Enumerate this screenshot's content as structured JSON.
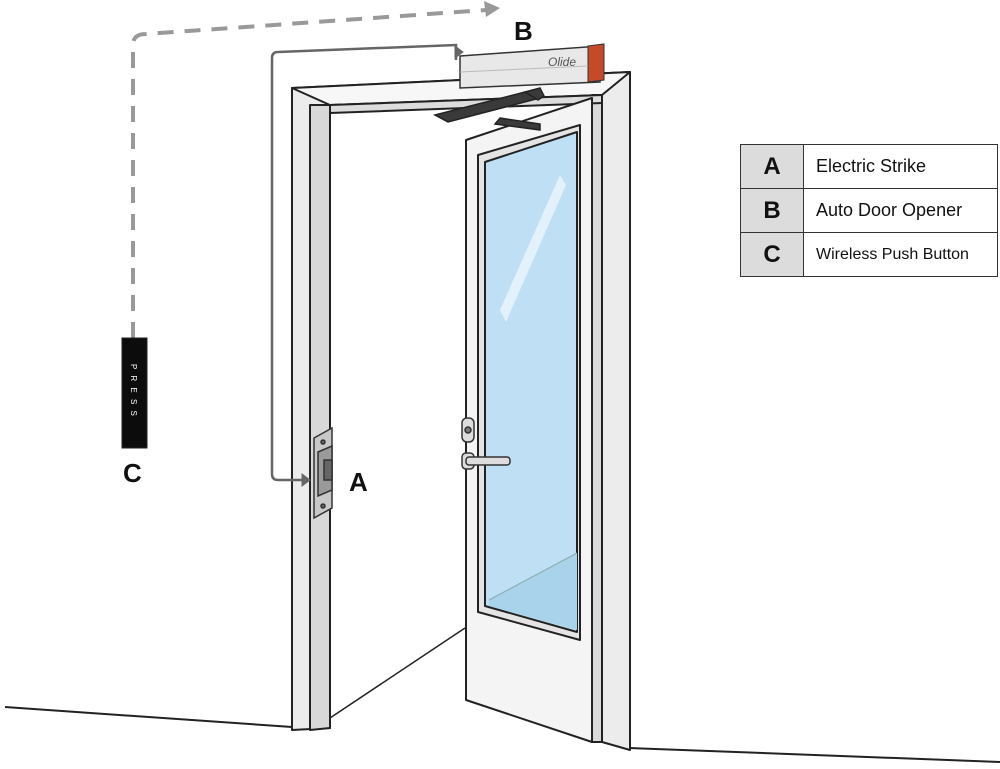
{
  "labels": {
    "a": "A",
    "b": "B",
    "c": "C"
  },
  "push_button": {
    "text": "P R E S S"
  },
  "opener": {
    "brand": "Olide"
  },
  "legend": [
    {
      "key": "A",
      "name": "Electric Strike"
    },
    {
      "key": "B",
      "name": "Auto Door Opener"
    },
    {
      "key": "C",
      "name": "Wireless Push Button"
    }
  ],
  "colors": {
    "glass": "#bfe0f4",
    "wire": "#666666",
    "outline": "#333333"
  }
}
